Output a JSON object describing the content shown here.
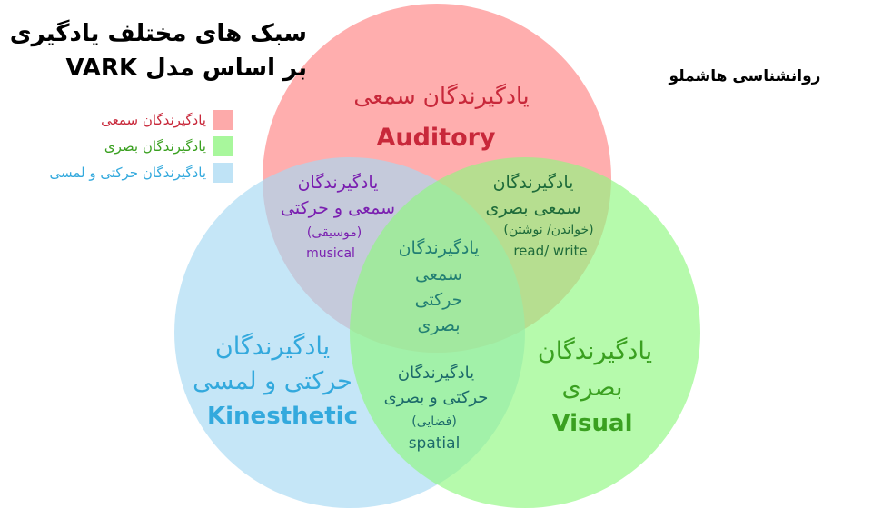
{
  "title": {
    "line1": "سبک های مختلف یادگیری",
    "line2": "بر اساس مدل VARK"
  },
  "credit": "روانشناسی هاشملو",
  "legend": [
    {
      "label": "یادگیرندگان سمعی",
      "color": "#fdaaaa",
      "text_color": "#c8283a"
    },
    {
      "label": "یادگیرندگان بصری",
      "color": "#a8f79c",
      "text_color": "#3aa020"
    },
    {
      "label": "یادگیرندگان حرکتی و لمسی",
      "color": "#bfe3f6",
      "text_color": "#33a9dd"
    }
  ],
  "circles": {
    "auditory": "#ff8f8f",
    "kinesthetic": "#a6d8f2",
    "visual": "#8ff780"
  },
  "regions": {
    "auditory": {
      "fa": "یادگیرندگان سمعی",
      "en": "Auditory"
    },
    "kinesthetic": {
      "fa1": "یادگیرندگان",
      "fa2": "حرکتی و لمسی",
      "en": "Kinesthetic"
    },
    "visual": {
      "fa1": "یادگیرندگان",
      "fa2": "بصری",
      "en": "Visual"
    },
    "aud_kin": {
      "fa1": "یادگیرندگان",
      "fa2": "سمعی و حرکتی",
      "fa3": "(موسیقی)",
      "en": "musical"
    },
    "aud_vis": {
      "fa1": "یادگیرندگان",
      "fa2": "سمعی بصری",
      "fa3": "(خواندن/ نوشتن)",
      "en": "read/ write"
    },
    "center": {
      "fa1": "یادگیرندگان",
      "fa2": "سمعی",
      "fa3": "حرکتی",
      "fa4": "بصری"
    },
    "kin_vis": {
      "fa1": "یادگیرندگان",
      "fa2": "حرکتی و بصری",
      "fa3": "(فضایی)",
      "en": "spatial"
    }
  }
}
